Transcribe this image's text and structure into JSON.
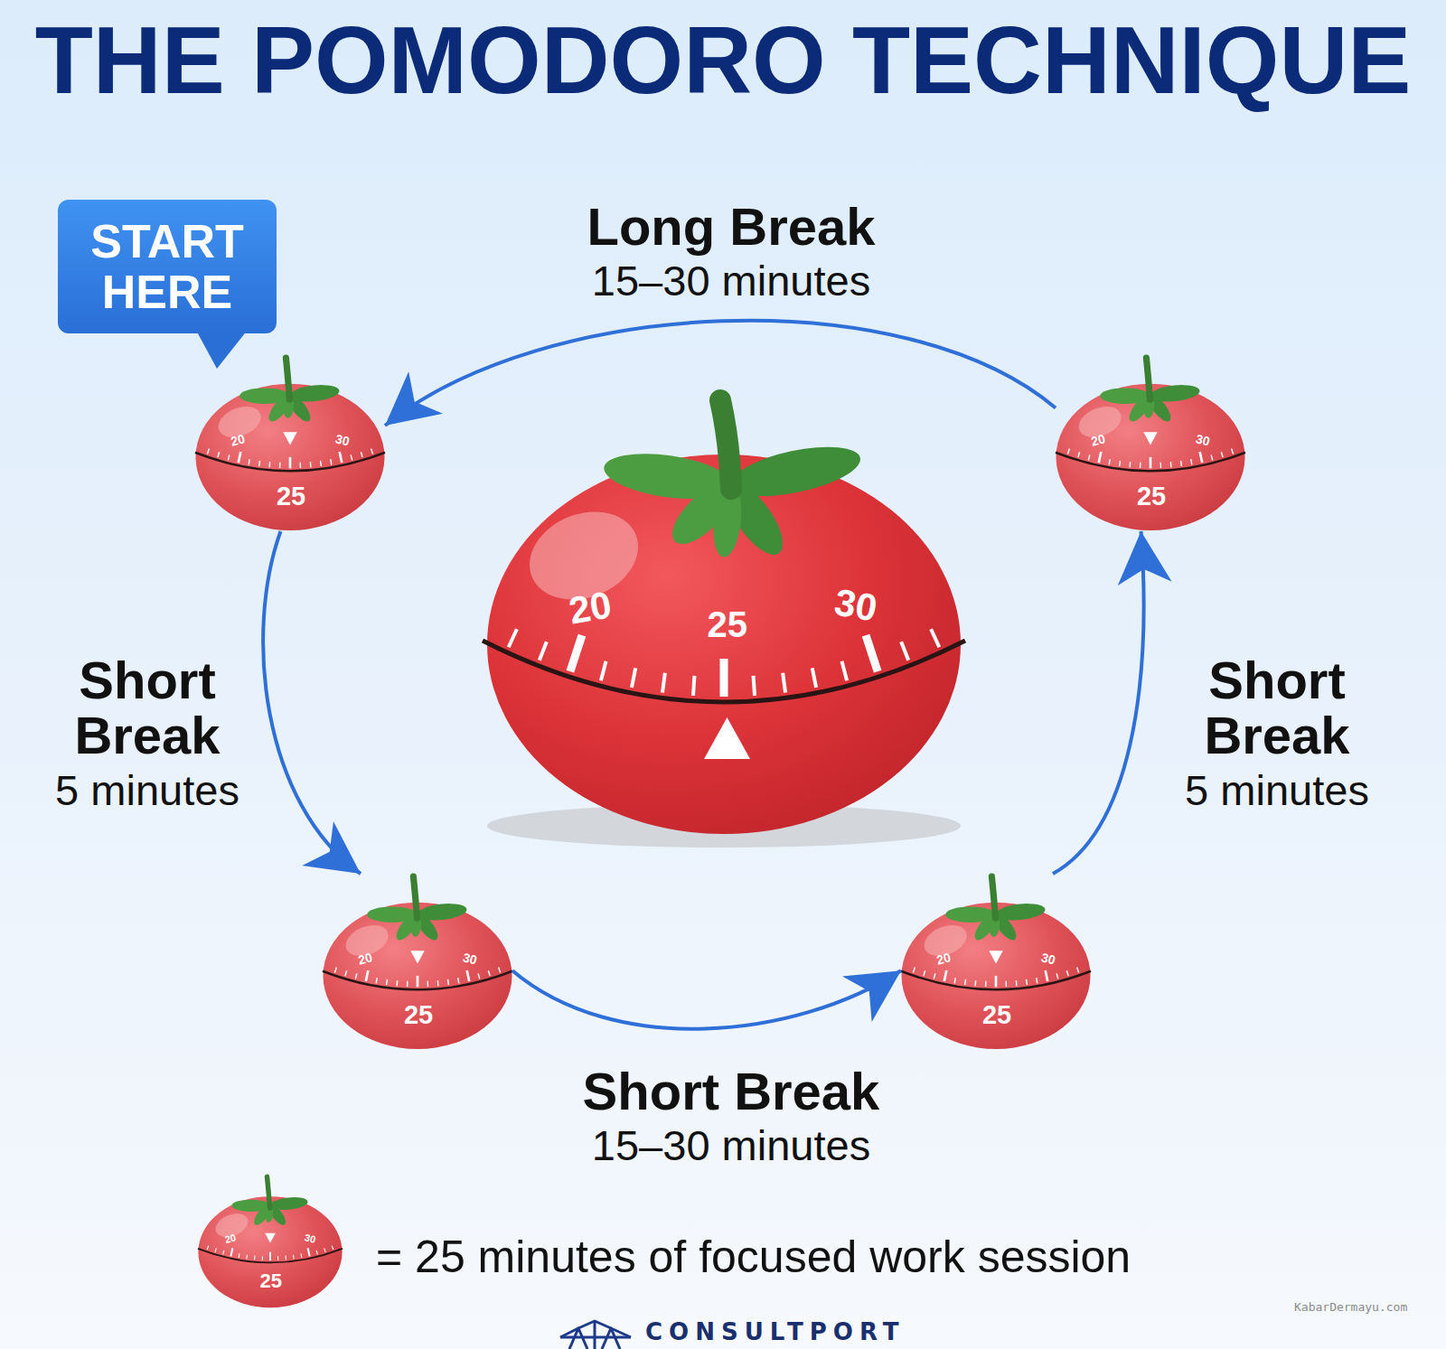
{
  "diagram": {
    "title": "THE POMODORO TECHNIQUE",
    "nodes": [
      {
        "text": [
          "START HERE"
        ]
      },
      {
        "text": [
          "20",
          "30",
          "25"
        ]
      },
      {
        "text": [
          "20",
          "30",
          "25"
        ]
      },
      {
        "text": [
          "20",
          "25",
          "30"
        ]
      },
      {
        "text": [
          "20",
          "30",
          "25"
        ]
      },
      {
        "text": [
          "20",
          "30",
          "25"
        ]
      },
      {
        "text": [
          "20",
          "30",
          "25"
        ]
      }
    ],
    "edges": [
      {
        "from": 1,
        "to": 4,
        "arrow": "to",
        "label": "Short Break"
      },
      {
        "from": 4,
        "to": 5,
        "arrow": "to",
        "label": "Short Break"
      },
      {
        "from": 5,
        "to": 2,
        "arrow": "to",
        "label": "Short Break"
      },
      {
        "from": 2,
        "to": 1,
        "arrow": "to",
        "label": "Long Break"
      }
    ],
    "labels": [
      "15–30 minutes",
      "5 minutes",
      "5 minutes",
      "15–30 minutes",
      "CONSULTPORT",
      "KabarDermayu.com"
    ],
    "legend": [
      {
        "text": "= 25 minutes of focused work session"
      }
    ]
  }
}
